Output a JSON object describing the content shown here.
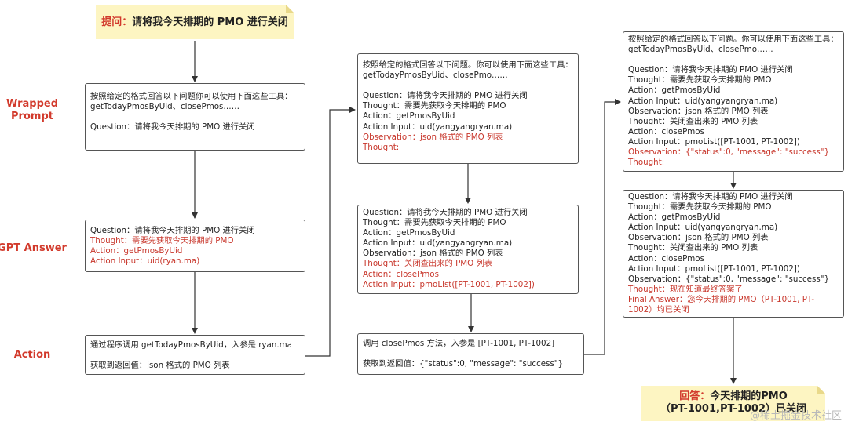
{
  "top_note": {
    "label": "提问：",
    "text": "请将我今天排期的 PMO 进行关闭"
  },
  "bottom_note": {
    "label": "回答：",
    "line1": "今天排期的PMO",
    "line2": "（PT-1001,PT-1002）已关闭"
  },
  "row_labels": {
    "wrapped_prompt": [
      "Wrapped",
      "Prompt"
    ],
    "gpt_answer": "GPT Answer",
    "action": "Action"
  },
  "boxes": {
    "prompt1": [
      {
        "t": "按照给定的格式回答以下问题你可以使用下面这些工具：",
        "c": "n"
      },
      {
        "t": "getTodayPmosByUid、closePmos……",
        "c": "n"
      },
      {
        "t": "",
        "c": "n"
      },
      {
        "t": "Question：请将我今天排期的 PMO 进行关闭",
        "c": "n"
      }
    ],
    "answer1": [
      {
        "t": "Question：请将我今天排期的 PMO 进行关闭",
        "c": "n"
      },
      {
        "t": "Thought：需要先获取今天排期的 PMO",
        "c": "r"
      },
      {
        "t": "Action：getPmosByUid",
        "c": "r"
      },
      {
        "t": "Action Input：uid(ryan.ma)",
        "c": "r"
      }
    ],
    "action1": [
      {
        "t": "通过程序调用 getTodayPmosByUid，入参是 ryan.ma",
        "c": "n"
      },
      {
        "t": "",
        "c": "n"
      },
      {
        "t": "获取到返回值：json 格式的 PMO 列表",
        "c": "n"
      }
    ],
    "prompt2": [
      {
        "t": "按照给定的格式回答以下问题。你可以使用下面这些工具：getTodayPmosByUid、closePmo……",
        "c": "n",
        "wrap": true
      },
      {
        "t": "",
        "c": "n"
      },
      {
        "t": "Question：请将我今天排期的 PMO 进行关闭",
        "c": "n"
      },
      {
        "t": "Thought：需要先获取今天排期的 PMO",
        "c": "n"
      },
      {
        "t": "Action：getPmosByUid",
        "c": "n"
      },
      {
        "t": "Action Input：uid(yangyangryan.ma)",
        "c": "n"
      },
      {
        "t": "Observation：json 格式的 PMO 列表",
        "c": "r"
      },
      {
        "t": "Thought:",
        "c": "r"
      }
    ],
    "answer2": [
      {
        "t": "Question：请将我今天排期的 PMO 进行关闭",
        "c": "n"
      },
      {
        "t": "Thought：需要先获取今天排期的 PMO",
        "c": "n"
      },
      {
        "t": "Action：getPmosByUid",
        "c": "n"
      },
      {
        "t": "Action Input：uid(yangyangryan.ma)",
        "c": "n"
      },
      {
        "t": "Observation：json 格式的 PMO 列表",
        "c": "n"
      },
      {
        "t": "Thought：关闭查出来的 PMO 列表",
        "c": "r"
      },
      {
        "t": "Action：closePmos",
        "c": "r"
      },
      {
        "t": "Action Input：pmoList([PT-1001, PT-1002])",
        "c": "r"
      }
    ],
    "action2": [
      {
        "t": "调用 closePmos 方法，入参是 [PT-1001, PT-1002]",
        "c": "n"
      },
      {
        "t": "",
        "c": "n"
      },
      {
        "t": "获取到返回值：{\"status\":0, \"message\": \"success\"}",
        "c": "n"
      }
    ],
    "prompt3": [
      {
        "t": "按照给定的格式回答以下问题。你可以使用下面这些工具：getTodayPmosByUid、closePmo……",
        "c": "n",
        "wrap": true
      },
      {
        "t": "",
        "c": "n"
      },
      {
        "t": "Question：请将我今天排期的 PMO 进行关闭",
        "c": "n"
      },
      {
        "t": "Thought：需要先获取今天排期的 PMO",
        "c": "n"
      },
      {
        "t": "Action：getPmosByUid",
        "c": "n"
      },
      {
        "t": "Action Input：uid(yangyangryan.ma)",
        "c": "n"
      },
      {
        "t": "Observation：json 格式的 PMO 列表",
        "c": "n"
      },
      {
        "t": "Thought：关闭查出来的 PMO 列表",
        "c": "n"
      },
      {
        "t": "Action：closePmos",
        "c": "n"
      },
      {
        "t": "Action Input：pmoList([PT-1001, PT-1002])",
        "c": "n"
      },
      {
        "t": "Observation：{\"status\":0, \"message\": \"success\"}",
        "c": "r"
      },
      {
        "t": "Thought:",
        "c": "r"
      }
    ],
    "answer3": [
      {
        "t": "Question：请将我今天排期的 PMO 进行关闭",
        "c": "n"
      },
      {
        "t": "Thought：需要先获取今天排期的 PMO",
        "c": "n"
      },
      {
        "t": "Action：getPmosByUid",
        "c": "n"
      },
      {
        "t": "Action Input：uid(yangyangryan.ma)",
        "c": "n"
      },
      {
        "t": "Observation：json 格式的 PMO 列表",
        "c": "n"
      },
      {
        "t": "Thought：关闭查出来的 PMO 列表",
        "c": "n"
      },
      {
        "t": "Action：closePmos",
        "c": "n"
      },
      {
        "t": "Action Input：pmoList([PT-1001, PT-1002])",
        "c": "n"
      },
      {
        "t": "Observation：{\"status\":0, \"message\": \"success\"}",
        "c": "n"
      },
      {
        "t": "Thought：现在知道最终答案了",
        "c": "r"
      },
      {
        "t": "Final Answer：您今天排期的 PMO（PT-1001, PT-1002）均已关闭",
        "c": "r",
        "wrap": true
      }
    ]
  },
  "watermark": "@稀土掘金技术社区"
}
